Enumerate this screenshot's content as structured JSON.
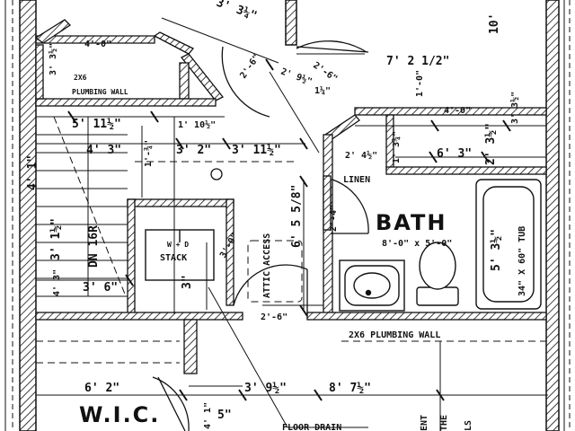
{
  "plan": {
    "rooms": {
      "bath": "BATH",
      "bath_size": "8'-0\" x 5'-0\"",
      "wic": "W.I.C.",
      "linen": "LINEN",
      "wd_stack": [
        "W + D",
        "STACK"
      ],
      "attic_access": "ATTIC ACCESS",
      "tub": "34\" X 60\" TUB",
      "stair": "DN 16R"
    },
    "notes": {
      "plumbing_wall_upper": "2X6 PLUMBING WALL",
      "plumbing_wall_upper_a": "2X6",
      "plumbing_wall_upper_b": "PLUMBING WALL",
      "plumbing_wall_lower": "2X6 PLUMBING WALL",
      "floor_drain": "FLOOR DRAIN",
      "corner_partial": "10'",
      "bottom_right_a": "ENT",
      "bottom_right_b": "THE",
      "bottom_right_c": "LS"
    },
    "dimensions": {
      "d_3_3_4": "3' 3¼\"",
      "d_4_0_left": "4'-0\"",
      "d_7_2_1_2": "7' 2 1/2\"",
      "d_3_1_2_left": "3' 3½\"",
      "d_2_6_a": "2'-6\"",
      "d_2_9_1_2": "2' 9½\"",
      "d_2_6_b": "2'-6\"",
      "d_1_1_4": "1¼\"",
      "d_1_0": "1'-0\"",
      "d_4_0_right": "4'-0\"",
      "d_3_1_2_right": "3' 3½\"",
      "d_5_11_1_2": "5' 11½\"",
      "d_1_10_1_2": "1' 10½\"",
      "d_4_3": "4' 3\"",
      "d_1_3_4": "1'-¾\"",
      "d_3_2": "3' 2\"",
      "d_3_11_1_2": "3' 11½\"",
      "d_2_4_1_2": "2' 4½\"",
      "d_6_3": "6' 3\"",
      "d_1_3_4b": "1' 3¾\"",
      "d_3_1_2_v": "2' 3½\"",
      "d_6_5_5_8": "6' 5 5/8\"",
      "d_2_4": "2'-4\"",
      "d_3_0": "3'-0\"",
      "d_4_1": "4' 1\"",
      "d_5_3_1_2": "5' 3½\"",
      "d_3_1_2_stair": "3' 1½\"",
      "d_3_6": "3' 6\"",
      "d_4_3b": "4' 3\"",
      "d_3_3_wd": "3\"",
      "d_2_6_c": "2'-6\"",
      "d_6_2": "6' 2\"",
      "d_3_9_1_2": "3' 9½\"",
      "d_8_7_1_2": "8' 7½\"",
      "d_4_1b": "4' 1\"",
      "d_5": "5\""
    }
  }
}
